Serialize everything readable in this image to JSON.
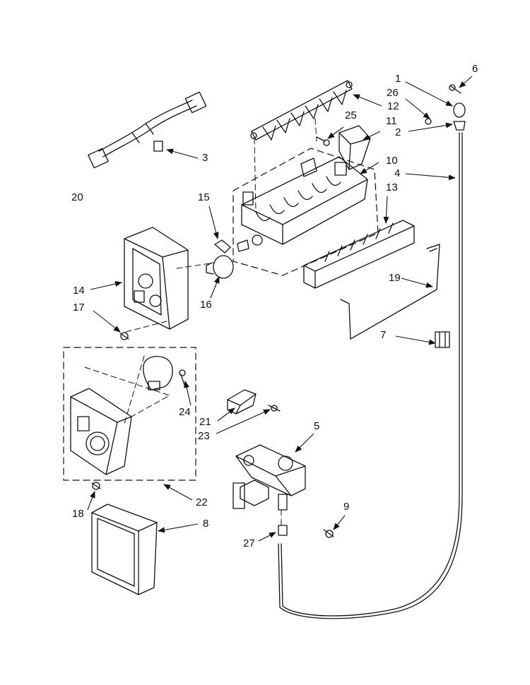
{
  "diagram": {
    "labels": {
      "p1": "1",
      "p2": "2",
      "p3": "3",
      "p4": "4",
      "p5": "5",
      "p6": "6",
      "p7": "7",
      "p8": "8",
      "p9": "9",
      "p10": "10",
      "p11": "11",
      "p12": "12",
      "p13": "13",
      "p14": "14",
      "p15": "15",
      "p16": "16",
      "p17": "17",
      "p18": "18",
      "p19": "19",
      "p20": "20",
      "p21": "21",
      "p22": "22",
      "p23": "23",
      "p24": "24",
      "p25": "25",
      "p26": "26",
      "p27": "27"
    },
    "colors": {
      "ink": "#111111",
      "background": "#ffffff"
    }
  }
}
